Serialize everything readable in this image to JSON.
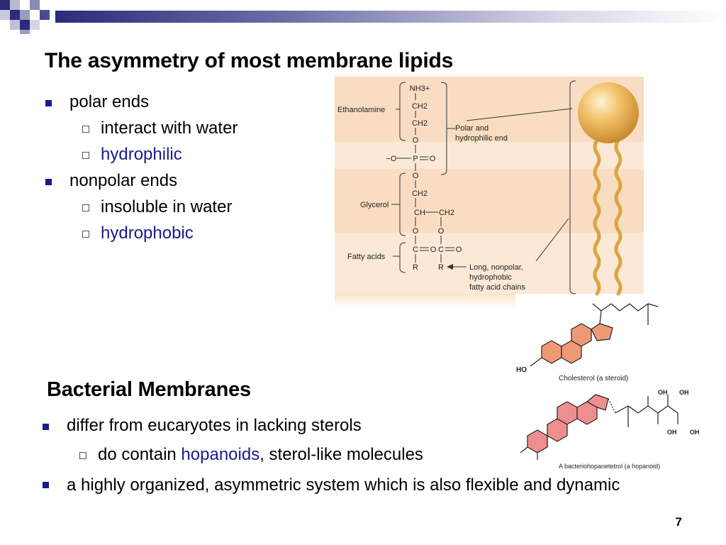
{
  "header": {
    "accent_color": "#1a1a8c"
  },
  "slide1": {
    "title": "The asymmetry of most membrane lipids",
    "bullets": {
      "b1": "polar ends",
      "b1_1": "interact with water",
      "b1_2": "hydrophilic",
      "b2": "nonpolar ends",
      "b2_1": "insoluble in water",
      "b2_2": "hydrophobic"
    }
  },
  "lipid_figure": {
    "ethanolamine": "Ethanolamine",
    "glycerol": "Glycerol",
    "fatty_acids": "Fatty acids",
    "polar_line1": "Polar and",
    "polar_line2": "hydrophilic end",
    "long_line1": "Long, nonpolar,",
    "long_line2": "hydrophobic",
    "long_line3": "fatty acid chains",
    "nh3": "NH3+",
    "ch2": "CH2",
    "o": "O",
    "p": "P",
    "ch": "CH",
    "c": "C",
    "r": "R",
    "neg_o": "−O"
  },
  "cholesterol_figure": {
    "ho": "HO",
    "caption": "Cholesterol (a steroid)"
  },
  "hopanoid_figure": {
    "oh": "OH",
    "caption": "A bacteriohopanetetrol (a hopanoid)"
  },
  "slide2": {
    "title": "Bacterial Membranes",
    "b1": "differ from eucaryotes in lacking sterols",
    "b1_1_prefix": "do contain ",
    "b1_1_highlight": "hopanoids",
    "b1_1_suffix": ",  sterol-like molecules",
    "b2": "a highly organized, asymmetric system which is also flexible and dynamic"
  },
  "page_number": "7"
}
